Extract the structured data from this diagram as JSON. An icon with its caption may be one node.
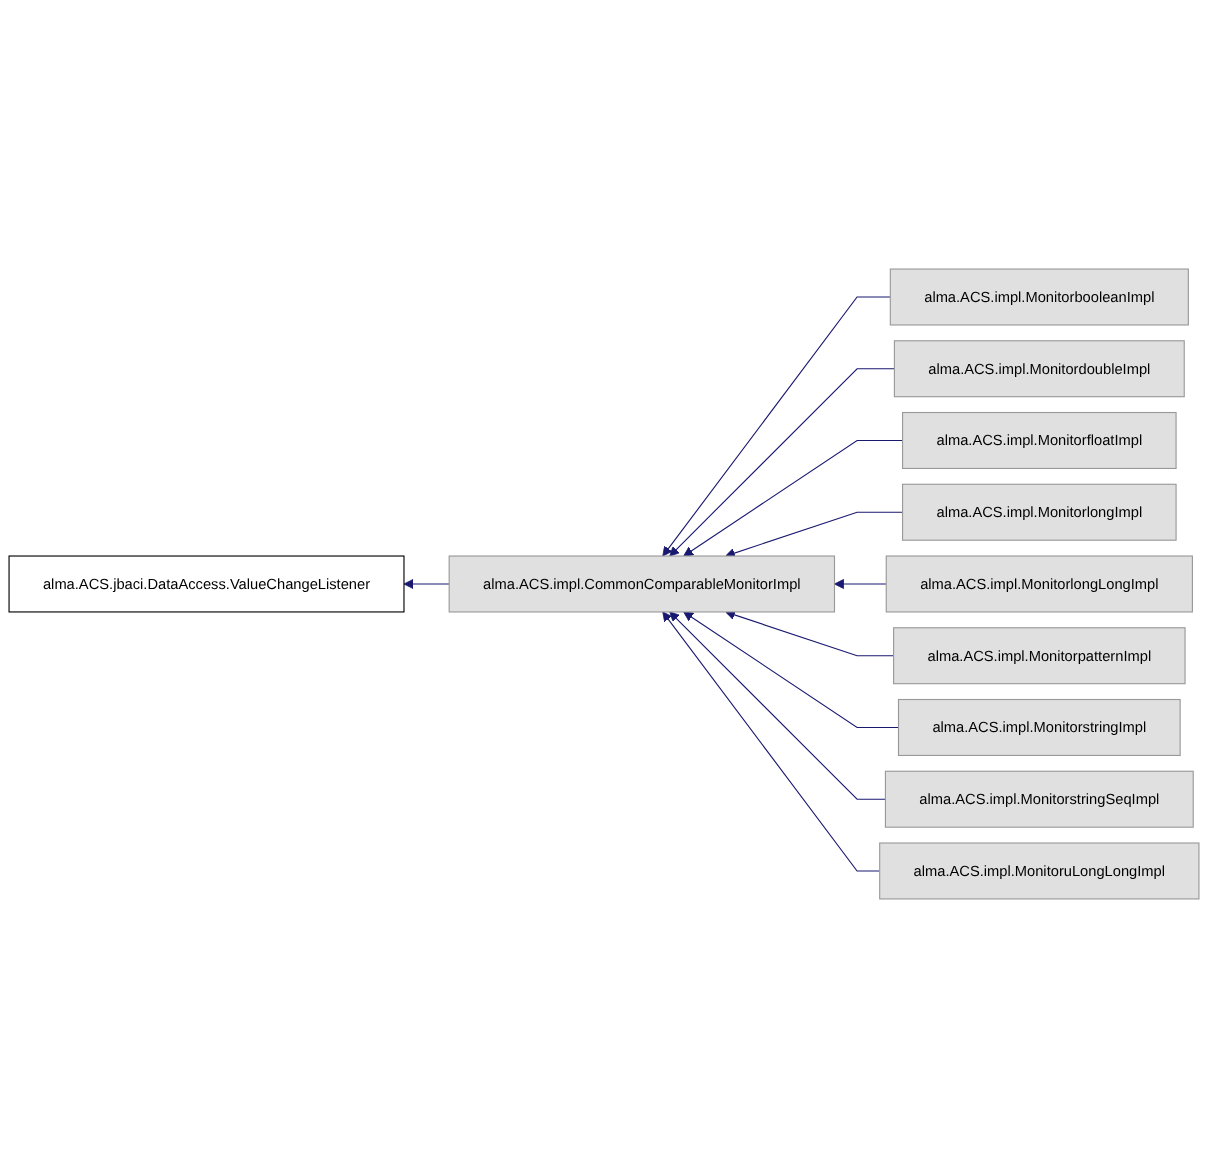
{
  "diagram": {
    "nodes": [
      {
        "text": [
          "alma.ACS.jbaci.DataAccess.ValueChangeListener"
        ]
      },
      {
        "text": [
          "alma.ACS.impl.CommonComparableMonitorImpl"
        ]
      },
      {
        "text": [
          "alma.ACS.impl.MonitorbooleanImpl"
        ]
      },
      {
        "text": [
          "alma.ACS.impl.MonitordoubleImpl"
        ]
      },
      {
        "text": [
          "alma.ACS.impl.MonitorfloatImpl"
        ]
      },
      {
        "text": [
          "alma.ACS.impl.MonitorlongImpl"
        ]
      },
      {
        "text": [
          "alma.ACS.impl.MonitorlongLongImpl"
        ]
      },
      {
        "text": [
          "alma.ACS.impl.MonitorpatternImpl"
        ]
      },
      {
        "text": [
          "alma.ACS.impl.MonitorstringImpl"
        ]
      },
      {
        "text": [
          "alma.ACS.impl.MonitorstringSeqImpl"
        ]
      },
      {
        "text": [
          "alma.ACS.impl.MonitoruLongLongImpl"
        ]
      }
    ],
    "edges": [
      {
        "from": 1,
        "to": 0,
        "arrow": "to"
      },
      {
        "from": 2,
        "to": 1,
        "arrow": "to"
      },
      {
        "from": 3,
        "to": 1,
        "arrow": "to"
      },
      {
        "from": 4,
        "to": 1,
        "arrow": "to"
      },
      {
        "from": 5,
        "to": 1,
        "arrow": "to"
      },
      {
        "from": 6,
        "to": 1,
        "arrow": "to"
      },
      {
        "from": 7,
        "to": 1,
        "arrow": "to"
      },
      {
        "from": 8,
        "to": 1,
        "arrow": "to"
      },
      {
        "from": 9,
        "to": 1,
        "arrow": "to"
      },
      {
        "from": 10,
        "to": 1,
        "arrow": "to"
      }
    ]
  }
}
